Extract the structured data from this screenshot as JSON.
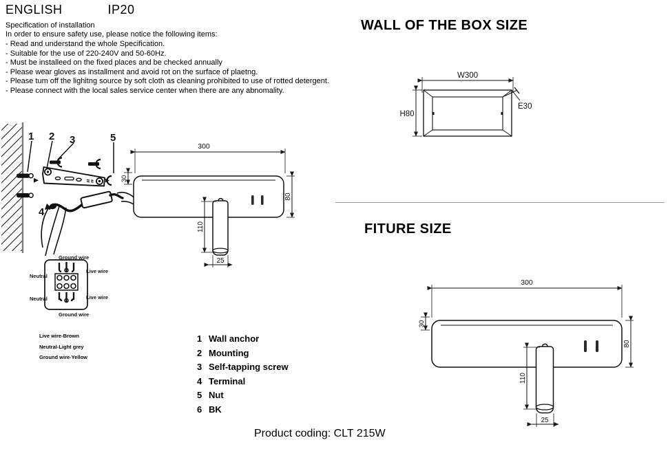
{
  "header": {
    "language": "ENGLISH",
    "ip_rating": "IP20",
    "spec_title": "Specification of installation",
    "spec_lead": "In order to ensure safety use, please notice the following items:",
    "spec_items": [
      "- Read and understand the whole Specification.",
      "- Suitable for the use of 220-240V and 50-60Hz.",
      "- Must be installeed on the fixed places and be checked annually",
      "- Please wear gloves as installment and avoid rot on the surface of plaetng.",
      "- Please tum off the lighitng source by soft cloth as cleaning prohibited to use of rotted detergent.",
      "- Please connect with the local sales service center when there are any abnomality."
    ]
  },
  "sections": {
    "box_size_title": "WALL OF THE BOX SIZE",
    "fixture_size_title": "FITURE SIZE"
  },
  "box_size": {
    "width_label": "W300",
    "height_label": "H80",
    "edge_label": "E30"
  },
  "fixture": {
    "length_label": "300",
    "height_label": "80",
    "depth_label": "30",
    "lamp_length_label": "110",
    "lamp_diameter_label": "25"
  },
  "exploded": {
    "callouts": [
      "1",
      "2",
      "3",
      "4",
      "5"
    ]
  },
  "wiring": {
    "ground_top": "Ground wire",
    "ground_bottom": "Ground wire",
    "neutral_top": "Neutral",
    "neutral_bottom": "Neutral",
    "live_top": "Live wire",
    "live_bottom": "Live wire",
    "colour_legend": [
      "Live wire-Brown",
      "Neutral-Light grey",
      "Ground wire-Yellow"
    ]
  },
  "parts_list": [
    {
      "num": "1",
      "label": "Wall anchor"
    },
    {
      "num": "2",
      "label": "Mounting"
    },
    {
      "num": "3",
      "label": "Self-tapping screw"
    },
    {
      "num": "4",
      "label": "Terminal"
    },
    {
      "num": "5",
      "label": "Nut"
    },
    {
      "num": "6",
      "label": "BK"
    }
  ],
  "footer": {
    "product_coding": "Product coding: CLT 215W"
  },
  "colors": {
    "line": "#1a1a1a",
    "divider": "#9a9a9a",
    "background": "#ffffff"
  }
}
